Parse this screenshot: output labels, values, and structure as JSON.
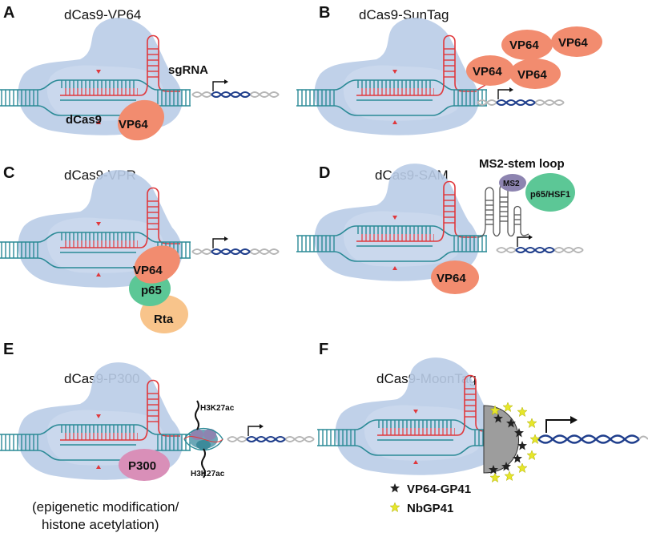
{
  "panels": [
    {
      "letter": "A",
      "title": "dCas9-VP64",
      "labels": {
        "sgrna": "sgRNA",
        "dcas9": "dCas9",
        "vp64": "VP64"
      }
    },
    {
      "letter": "B",
      "title": "dCas9-SunTag",
      "labels": {
        "vp64": "VP64"
      }
    },
    {
      "letter": "C",
      "title": "dCas9-VPR",
      "labels": {
        "vp64": "VP64",
        "p65": "p65",
        "rta": "Rta"
      }
    },
    {
      "letter": "D",
      "title": "dCas9-SAM",
      "labels": {
        "stem_loop": "MS2-stem loop",
        "ms2": "MS2",
        "p65hsf1": "p65/HSF1",
        "vp64": "VP64"
      }
    },
    {
      "letter": "E",
      "title": "dCas9-P300",
      "labels": {
        "h3k27ac": "H3K27ac",
        "p300": "P300"
      },
      "caption": [
        "(epigenetic modification/",
        "histone acetylation)"
      ]
    },
    {
      "letter": "F",
      "title": "dCas9-MoonTag",
      "labels": {
        "vp64gp41": "VP64-GP41",
        "nbgp41": "NbGP41"
      }
    }
  ],
  "colors": {
    "dcas9": "#b9cce7",
    "dna": "#2a8a96",
    "rna": "#e0383c",
    "vp64": "#f28c6f",
    "p65": "#5cc796",
    "rta": "#f8c48b",
    "p300": "#d98fb8",
    "ms2": "#8d84b0",
    "moon": "#9d9d9d",
    "gene": "#1f3e8c",
    "nb_star": "#e6e62a"
  },
  "icons": {
    "promoter": "promoter-arrow-icon",
    "star_dark": "star-icon",
    "star_yellow": "star-icon"
  }
}
